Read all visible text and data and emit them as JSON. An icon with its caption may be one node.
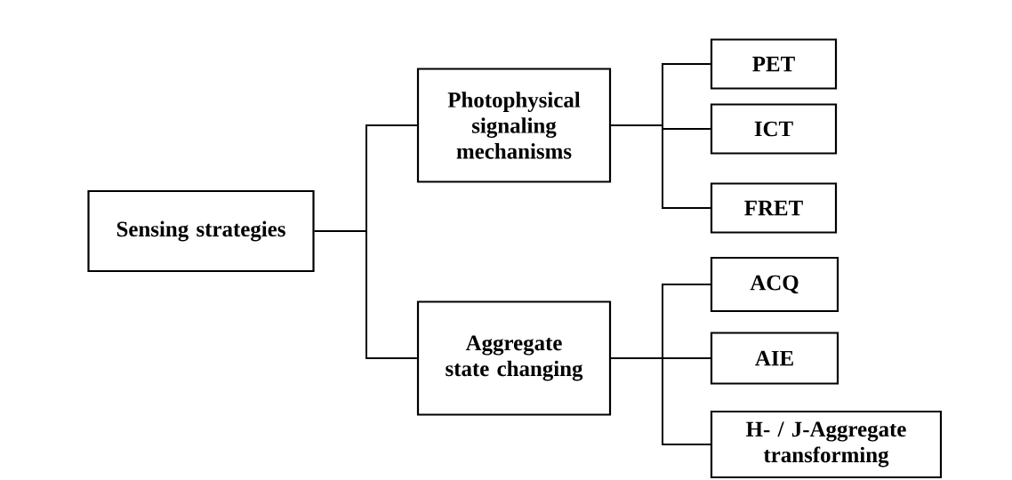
{
  "diagram": {
    "nodes": [
      {
        "text": [
          "Sensing strategies"
        ]
      },
      {
        "text": [
          "Photophysical signaling mechanisms"
        ]
      },
      {
        "text": [
          "Aggregate state changing"
        ]
      },
      {
        "text": [
          "PET"
        ]
      },
      {
        "text": [
          "ICT"
        ]
      },
      {
        "text": [
          "FRET"
        ]
      },
      {
        "text": [
          "ACQ"
        ]
      },
      {
        "text": [
          "AIE"
        ]
      },
      {
        "text": [
          "H- / J-Aggregate transforming"
        ]
      }
    ],
    "edges": [
      {
        "from": 0,
        "to": 1,
        "arrow": "none"
      },
      {
        "from": 0,
        "to": 2,
        "arrow": "none"
      },
      {
        "from": 1,
        "to": 3,
        "arrow": "none"
      },
      {
        "from": 1,
        "to": 4,
        "arrow": "none"
      },
      {
        "from": 1,
        "to": 5,
        "arrow": "none"
      },
      {
        "from": 2,
        "to": 6,
        "arrow": "none"
      },
      {
        "from": 2,
        "to": 7,
        "arrow": "none"
      },
      {
        "from": 2,
        "to": 8,
        "arrow": "none"
      }
    ]
  }
}
